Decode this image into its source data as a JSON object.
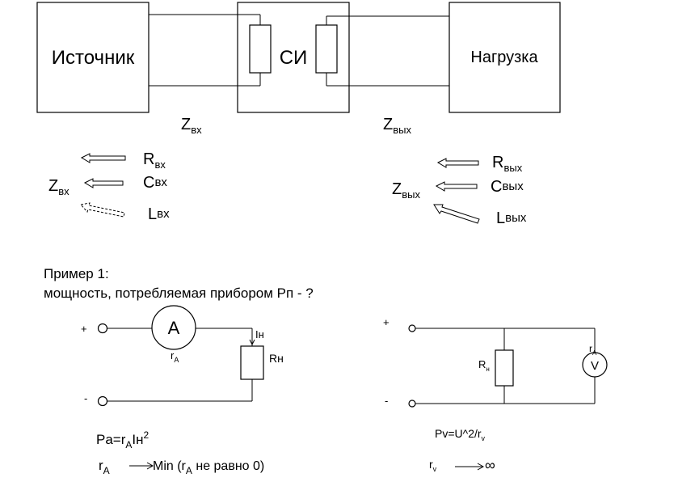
{
  "top": {
    "source_label": "Источник",
    "si_label": "СИ",
    "load_label": "Нагрузка",
    "z_in": {
      "main": "Z",
      "sub": "вх"
    },
    "z_out": {
      "main": "Z",
      "sub": "вых"
    }
  },
  "input_group": {
    "z": {
      "main": "Z",
      "sub": "вх"
    },
    "r": {
      "main": "R",
      "sub": "вх"
    },
    "c": {
      "main": "C",
      "sub": "вх"
    },
    "l": {
      "main": "L",
      "sub": "вх"
    }
  },
  "output_group": {
    "z": {
      "main": "Z",
      "sub": "вых"
    },
    "r": {
      "main": "R",
      "sub": "вых"
    },
    "c": {
      "main": "C",
      "sub": "вых"
    },
    "l": {
      "main": "L",
      "sub": "вых"
    }
  },
  "example": {
    "title": "Пример 1:",
    "question": "мощность, потребляемая прибором Рп - ?"
  },
  "circuit1": {
    "plus": "+",
    "minus": "-",
    "ammeter": "A",
    "r_a": {
      "main": "r",
      "sub": "A"
    },
    "i_load": "Iн",
    "r_load": "Rн",
    "formula": {
      "pre": "Pa=r",
      "sub": "A",
      "mid": "Iн",
      "sup": "2"
    },
    "limit": {
      "r_main": "r",
      "r_sub": "A",
      "pre": "Min (r",
      "sub": "A",
      "post": " не равно 0)"
    }
  },
  "circuit2": {
    "plus": "+",
    "minus": "-",
    "voltmeter": "V",
    "r_v_top": {
      "main": "r",
      "sub": "A"
    },
    "r_load": {
      "main": "R",
      "sub": "н"
    },
    "formula": {
      "pre": "Pv=U^2/r",
      "sub": "v"
    },
    "limit": {
      "r_main": "r",
      "r_sub": "v",
      "infinity": "∞"
    }
  }
}
